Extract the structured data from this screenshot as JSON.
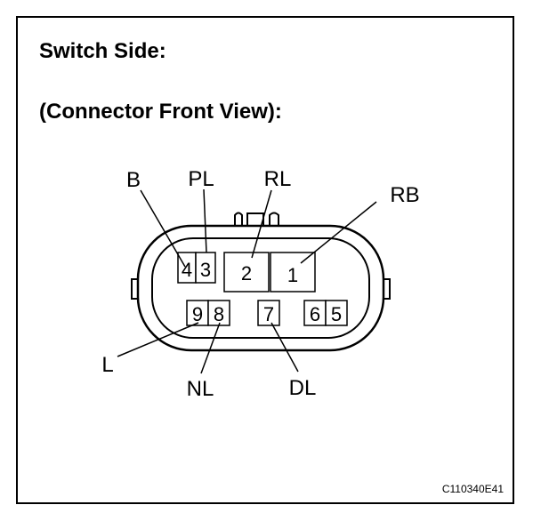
{
  "title": "Switch Side:",
  "subtitle": "(Connector Front View):",
  "diagram_code": "C110340E41",
  "connector": {
    "top_row": [
      {
        "pin": "4",
        "signal": "B"
      },
      {
        "pin": "3",
        "signal": "PL"
      },
      {
        "pin": "2",
        "signal": "RL"
      },
      {
        "pin": "1",
        "signal": "RB"
      }
    ],
    "bottom_row": [
      {
        "pin": "9",
        "signal": "L"
      },
      {
        "pin": "8",
        "signal": "NL"
      },
      {
        "pin": "7",
        "signal": "DL"
      },
      {
        "pin": "6",
        "signal": ""
      },
      {
        "pin": "5",
        "signal": ""
      }
    ]
  }
}
